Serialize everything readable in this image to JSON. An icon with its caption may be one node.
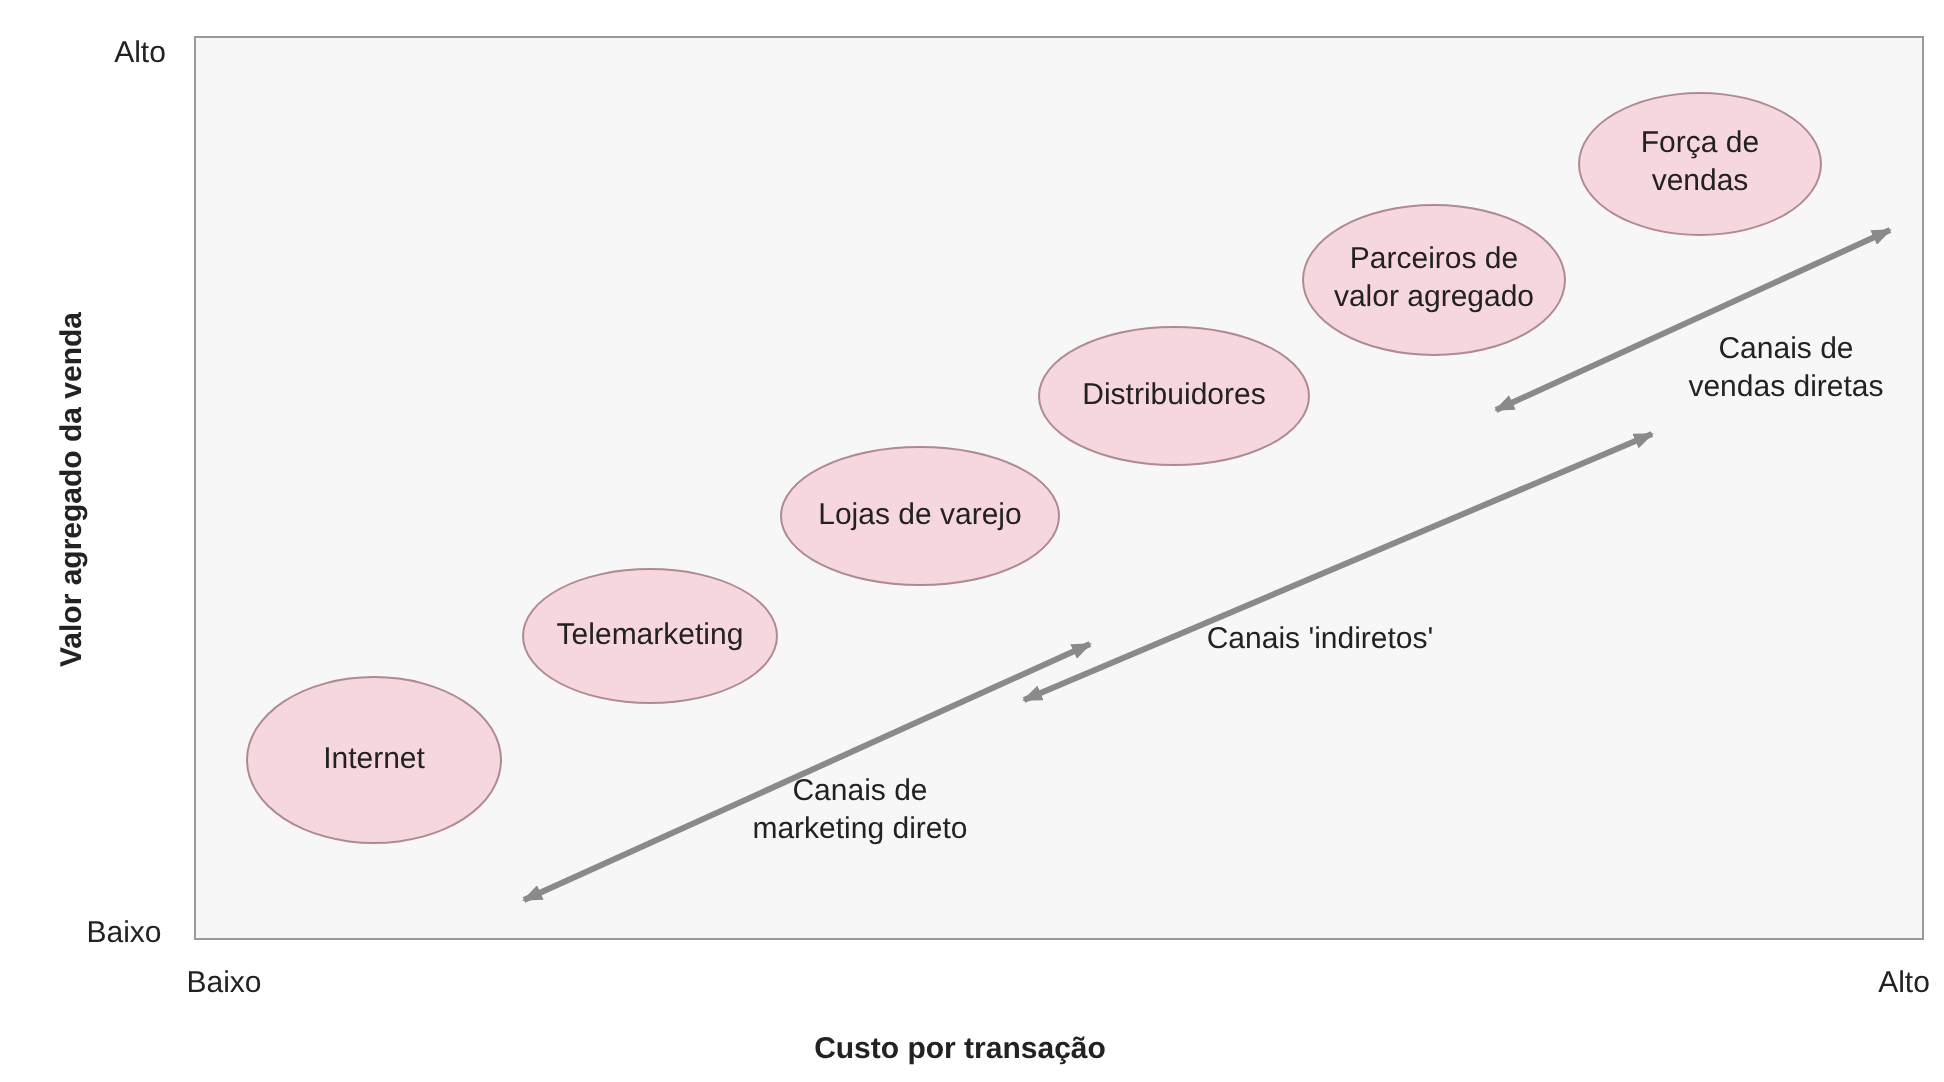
{
  "diagram": {
    "nodes": [
      {
        "text": [
          "Força de vendas"
        ]
      },
      {
        "text": [
          "Parceiros de valor agregado"
        ]
      },
      {
        "text": [
          "Distribuidores"
        ]
      },
      {
        "text": [
          "Lojas de varejo"
        ]
      },
      {
        "text": [
          "Telemarketing"
        ]
      },
      {
        "text": [
          "Internet"
        ]
      }
    ],
    "edges": [],
    "labels": [
      "Alto",
      "Canais de vendas diretas",
      "Valor agregado da venda",
      "Canais 'indiretos'",
      "Canais de marketing direto",
      "Baixo",
      "Baixo",
      "Alto",
      "Custo por transação"
    ]
  }
}
